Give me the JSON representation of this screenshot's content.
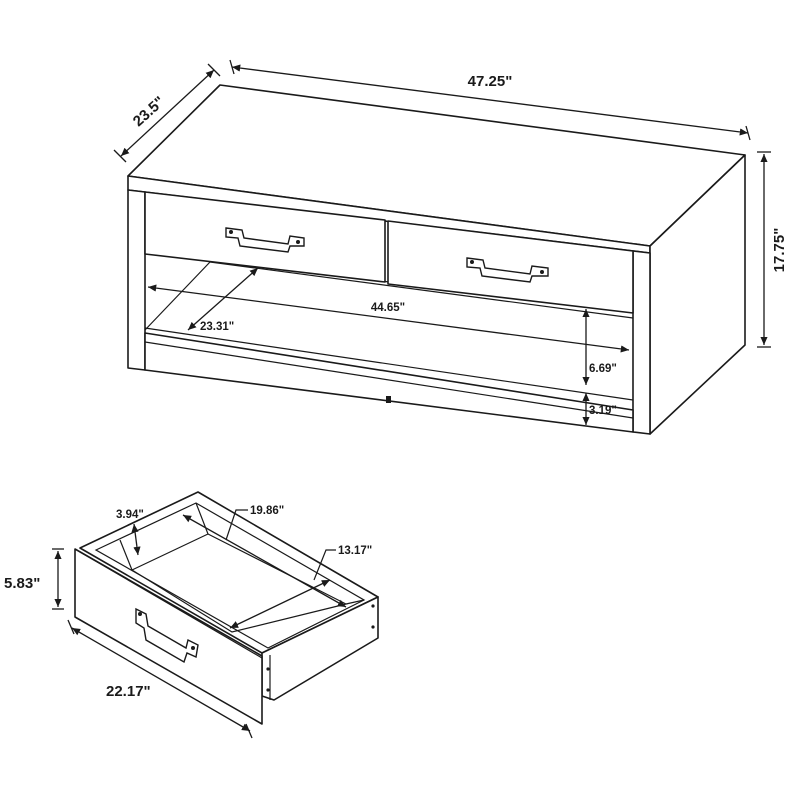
{
  "dimensions": {
    "overall_width": "47.25\"",
    "overall_depth": "23.5\"",
    "overall_height": "17.75\"",
    "shelf_width": "44.65\"",
    "shelf_depth": "23.31\"",
    "shelf_height": "6.69\"",
    "base_clearance": "3.19\"",
    "drawer_height": "5.83\"",
    "drawer_width": "22.17\"",
    "drawer_inner_height": "3.94\"",
    "drawer_inner_width": "19.86\"",
    "drawer_inner_depth": "13.17\""
  }
}
